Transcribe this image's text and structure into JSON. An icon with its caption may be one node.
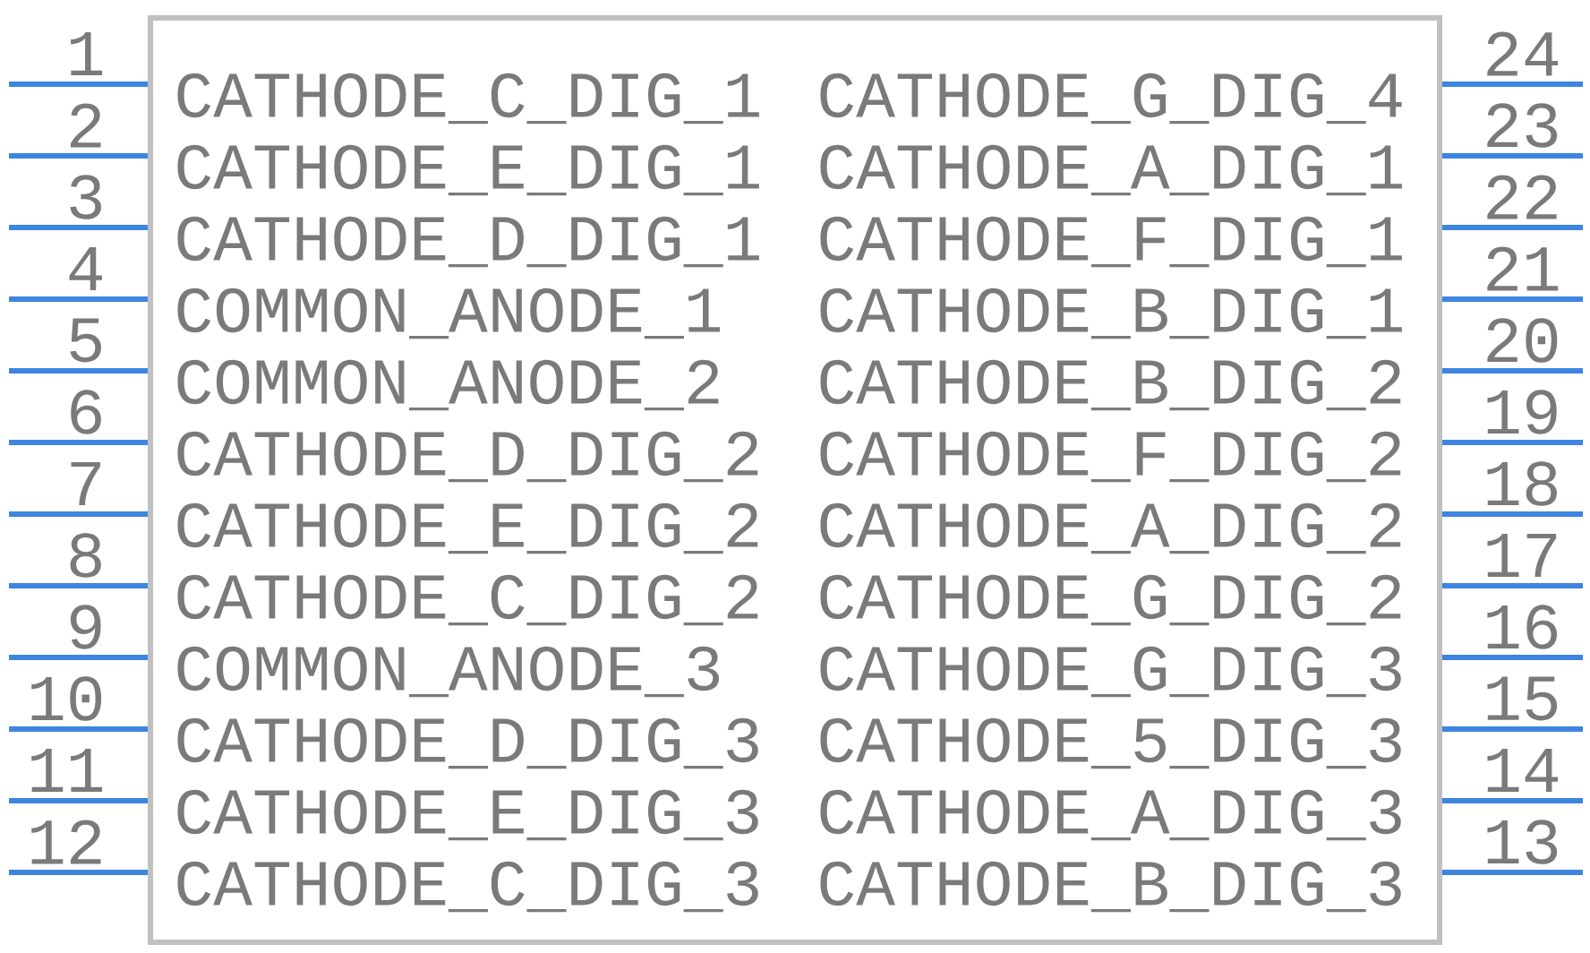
{
  "diagram": {
    "nodes": [
      {
        "text": [
          "CATHODE_C_DIG_1",
          "CATHODE_G_DIG_4",
          "CATHODE_E_DIG_1",
          "CATHODE_A_DIG_1",
          "CATHODE_D_DIG_1",
          "CATHODE_F_DIG_1",
          "COMMON_ANODE_1",
          "CATHODE_B_DIG_1",
          "COMMON_ANODE_2",
          "CATHODE_B_DIG_2",
          "CATHODE_D_DIG_2",
          "CATHODE_F_DIG_2",
          "CATHODE_E_DIG_2",
          "CATHODE_A_DIG_2",
          "CATHODE_C_DIG_2",
          "CATHODE_G_DIG_2",
          "COMMON_ANODE_3",
          "CATHODE_G_DIG_3",
          "CATHODE_D_DIG_3",
          "CATHODE_5_DIG_3",
          "CATHODE_E_DIG_3",
          "CATHODE_A_DIG_3",
          "CATHODE_C_DIG_3",
          "CATHODE_B_DIG_3"
        ]
      }
    ],
    "labels": [
      "1",
      "24",
      "2",
      "23",
      "3",
      "22",
      "4",
      "21",
      "5",
      "20",
      "6",
      "19",
      "7",
      "18",
      "8",
      "17",
      "9",
      "16",
      "10",
      "15",
      "11",
      "14",
      "12",
      "13"
    ]
  }
}
